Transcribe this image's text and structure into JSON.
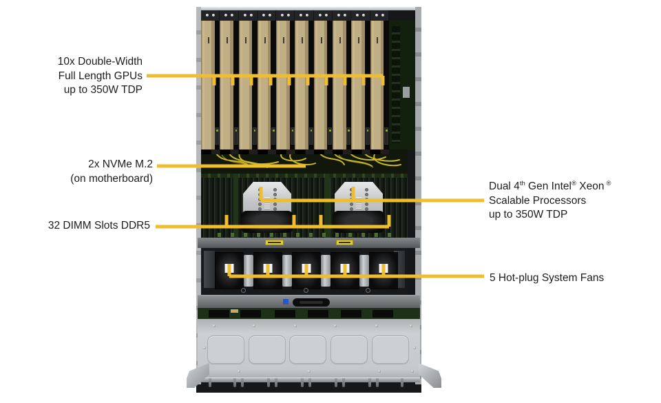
{
  "colors": {
    "callout": "#EEBD30"
  },
  "labels": {
    "gpu": {
      "line1": "10x Double-Width",
      "line2": "Full Length GPUs",
      "line3": "up to 350W TDP"
    },
    "nvme": {
      "line1": "2x NVMe M.2",
      "line2": "(on motherboard)"
    },
    "dimm": {
      "line1": "32 DIMM Slots DDR5"
    },
    "cpu": {
      "l1_t1": "Dual 4",
      "l1_s1": "th",
      "l1_t2": " Gen Intel",
      "l1_s2": "®",
      "l1_t3": " Xeon",
      "l1_s3": "®",
      "line2": "Scalable Processors",
      "line3": "up to 350W TDP"
    },
    "fans": {
      "line1": "5 Hot-plug System Fans"
    }
  },
  "hardware": {
    "gpu_count": 10,
    "fan_count": 5,
    "cpu_count": 2,
    "dimm_bank_ticks": 4,
    "drive_bay_covers": 5,
    "fan_arrow_glyph": "↑",
    "gpu_badge_icon": "nvidia-logo",
    "heatsink_hole_rows": 5,
    "heatsink_hole_cols": 2
  }
}
